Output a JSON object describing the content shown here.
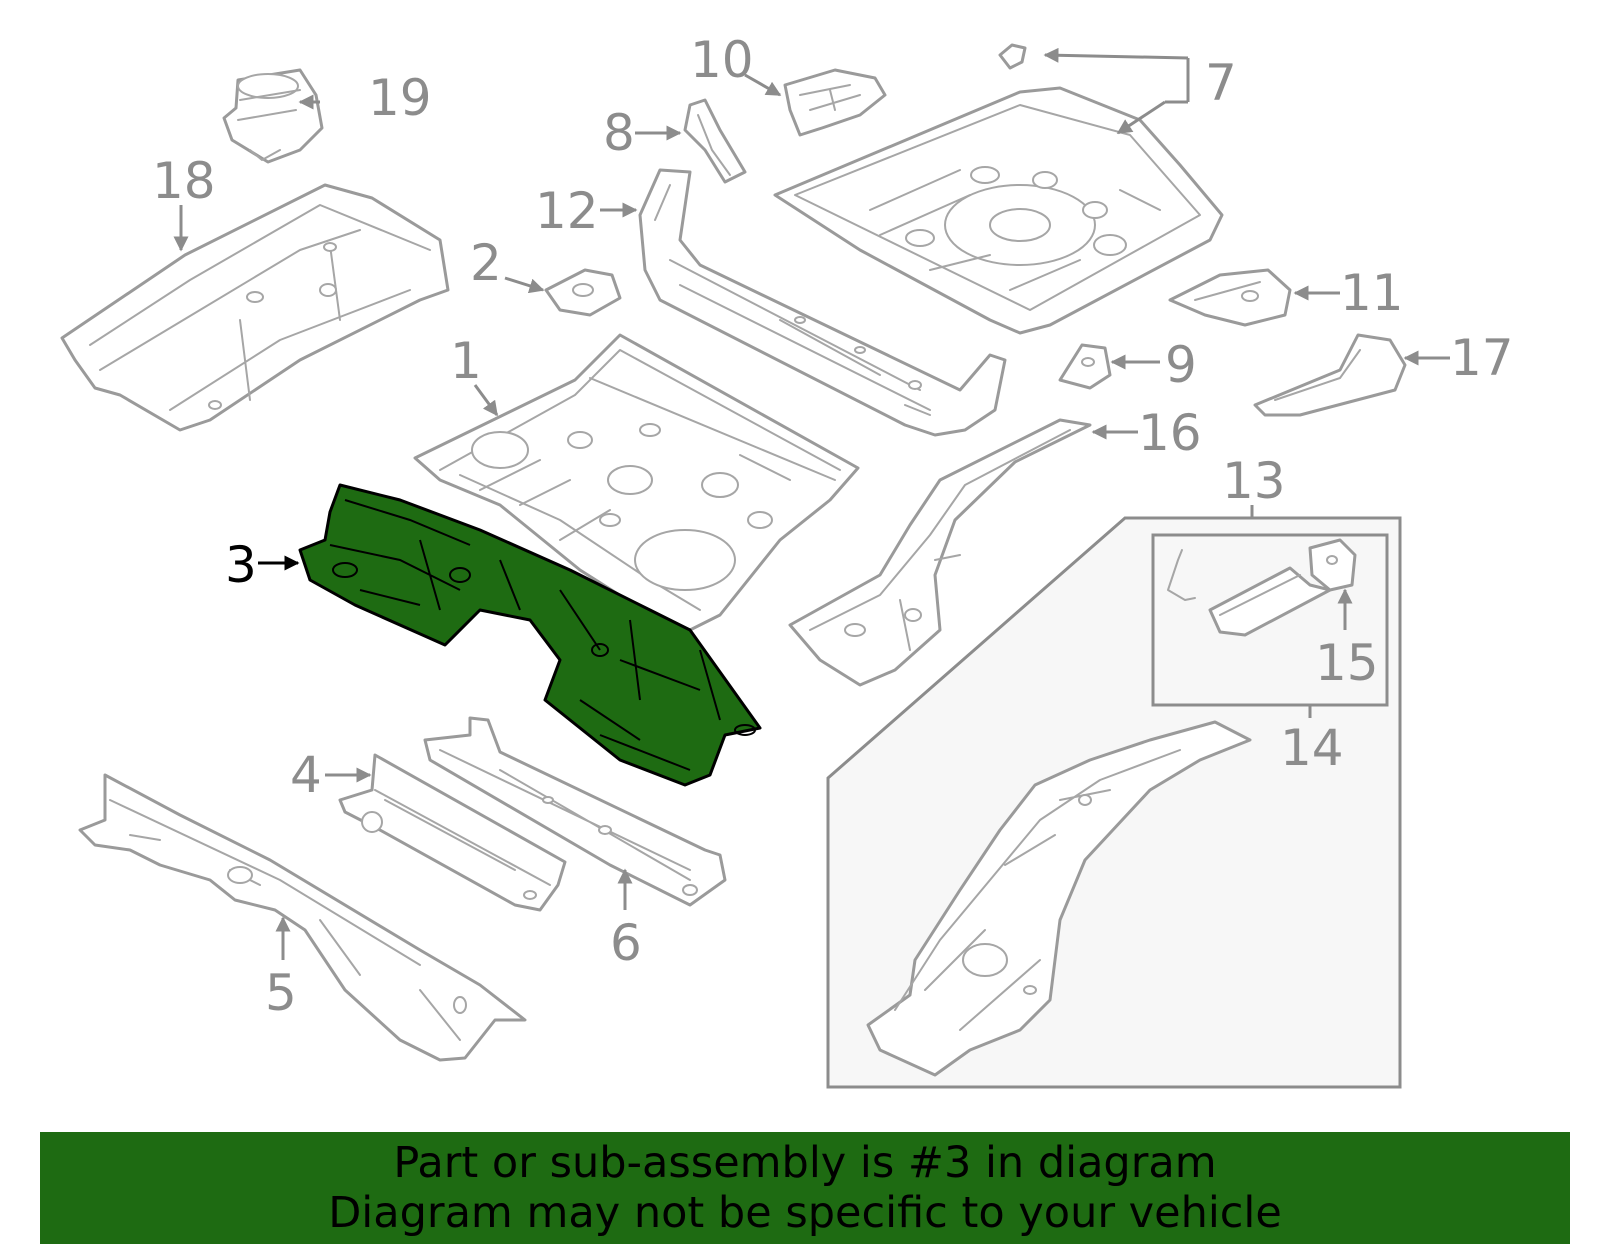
{
  "colors": {
    "highlight": "#1e6b12",
    "banner": "#1e6b12",
    "outline": "#9a9a9a",
    "label": "#8c8c8c"
  },
  "callouts": {
    "c1": "1",
    "c2": "2",
    "c3": "3",
    "c4": "4",
    "c5": "5",
    "c6": "6",
    "c7": "7",
    "c8": "8",
    "c9": "9",
    "c10": "10",
    "c11": "11",
    "c12": "12",
    "c13": "13",
    "c14": "14",
    "c15": "15",
    "c16": "16",
    "c17": "17",
    "c18": "18",
    "c19": "19"
  },
  "highlighted_part": "3",
  "banner": {
    "line1": "Part or sub-assembly is #3 in diagram",
    "line2": "Diagram may not be specific to your vehicle"
  }
}
